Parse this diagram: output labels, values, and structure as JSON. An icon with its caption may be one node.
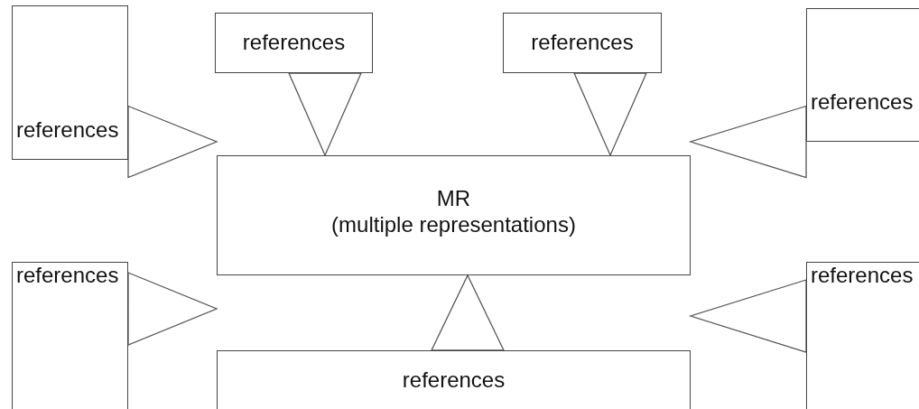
{
  "diagram": {
    "nodes": [
      {
        "text": [
          "references"
        ]
      },
      {
        "text": [
          "references"
        ]
      },
      {
        "text": [
          "references"
        ]
      },
      {
        "text": [
          "references"
        ]
      },
      {
        "text": [
          "MR",
          "(multiple representations)"
        ]
      },
      {
        "text": [
          "references"
        ]
      },
      {
        "text": [
          "references"
        ]
      },
      {
        "text": [
          "references"
        ]
      }
    ],
    "edges": [
      {
        "from": 0,
        "to": 4,
        "arrow": "to"
      },
      {
        "from": 1,
        "to": 4,
        "arrow": "to"
      },
      {
        "from": 2,
        "to": 4,
        "arrow": "to"
      },
      {
        "from": 3,
        "to": 4,
        "arrow": "to"
      },
      {
        "from": 5,
        "to": 4,
        "arrow": "to"
      },
      {
        "from": 6,
        "to": 4,
        "arrow": "to"
      },
      {
        "from": 7,
        "to": 4,
        "arrow": "to"
      }
    ]
  }
}
